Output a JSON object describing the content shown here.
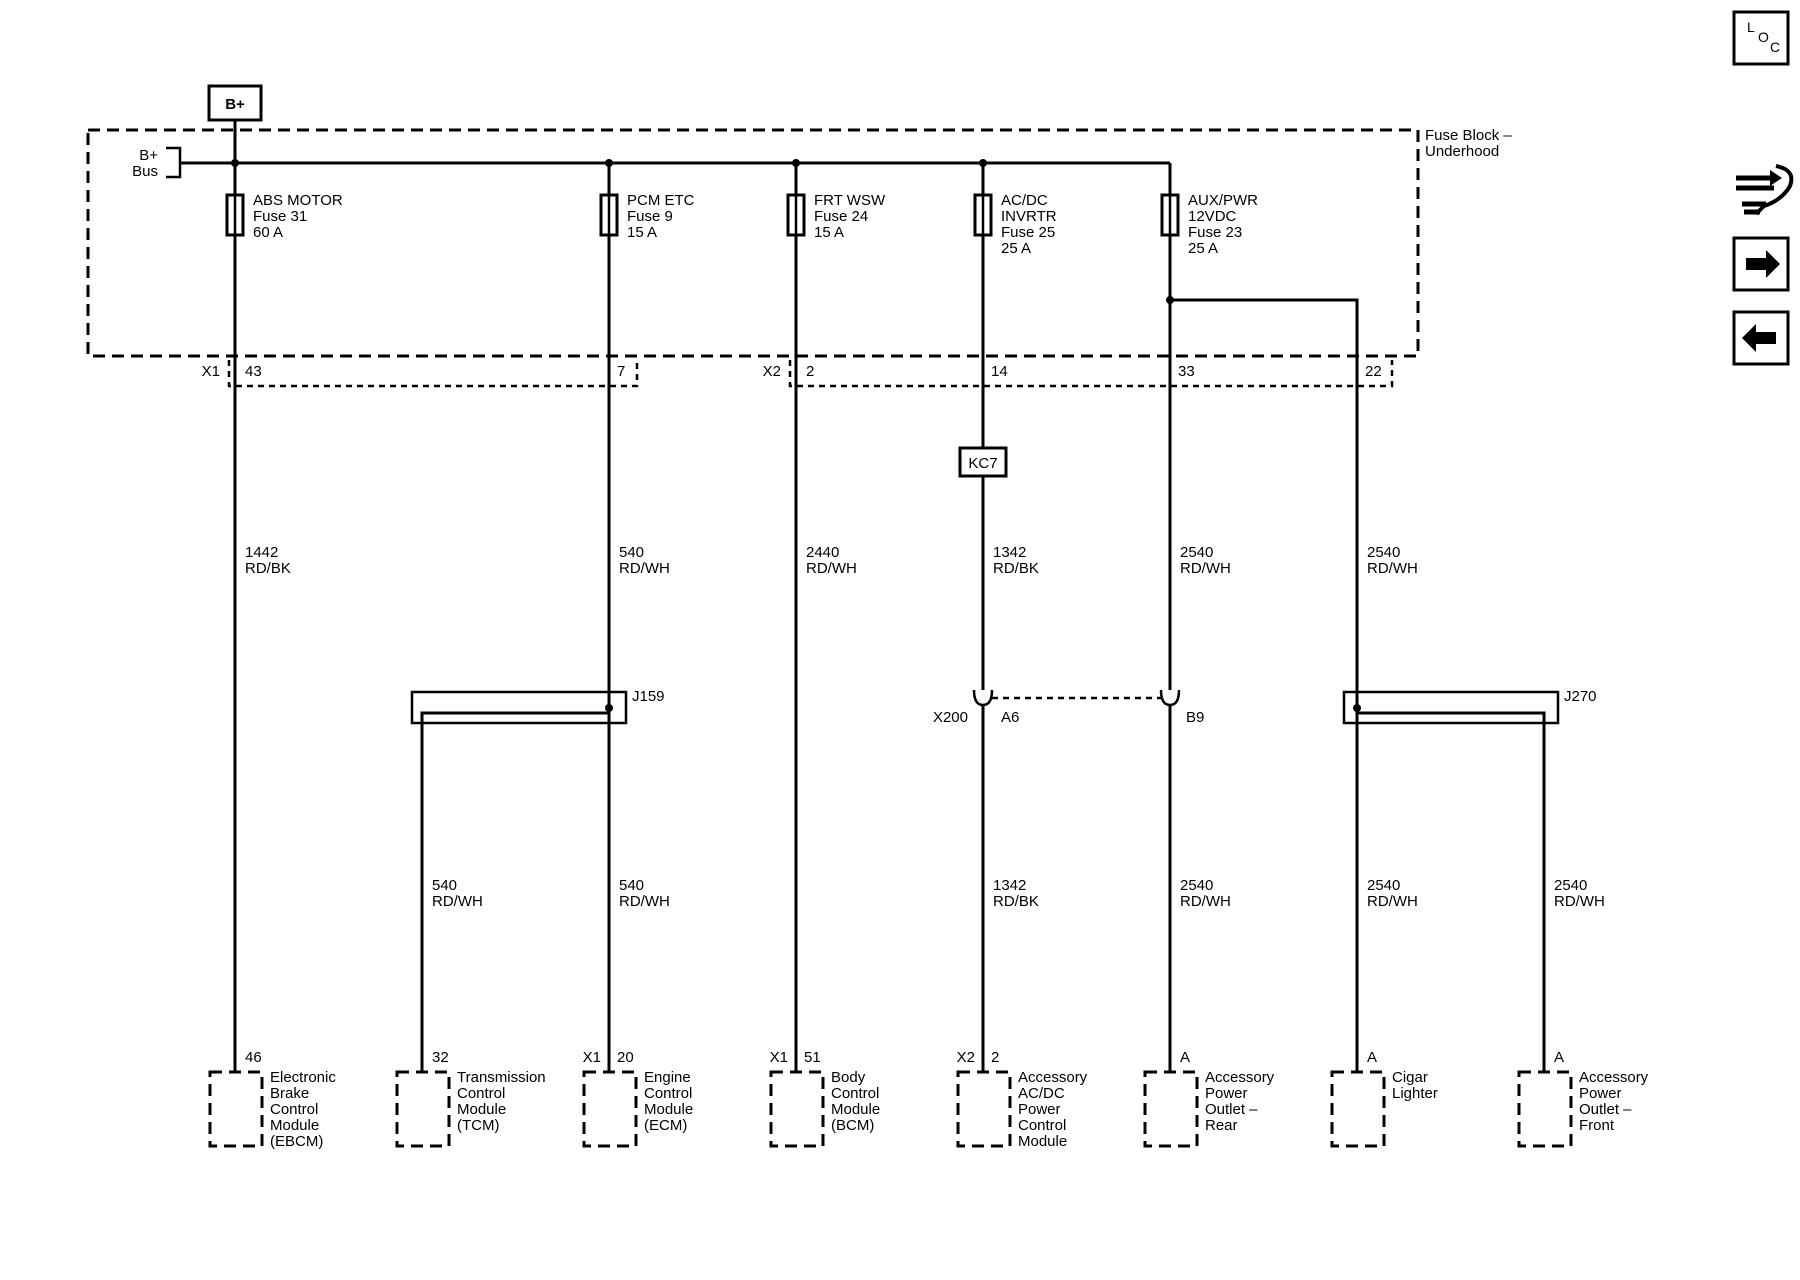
{
  "battery_label": "B+",
  "fuse_block": {
    "name_line1": "Fuse Block –",
    "name_line2": "Underhood",
    "bus_line1": "B+",
    "bus_line2": "Bus"
  },
  "fuses": [
    {
      "l1": "ABS MOTOR",
      "l2": "Fuse 31",
      "l3": "60 A",
      "l4": ""
    },
    {
      "l1": "PCM ETC",
      "l2": "Fuse 9",
      "l3": "15 A",
      "l4": ""
    },
    {
      "l1": "FRT WSW",
      "l2": "Fuse 24",
      "l3": "15 A",
      "l4": ""
    },
    {
      "l1": "AC/DC",
      "l2": "INVRTR",
      "l3": "Fuse 25",
      "l4": "25 A"
    },
    {
      "l1": "AUX/PWR",
      "l2": "12VDC",
      "l3": "Fuse 23",
      "l4": "25 A"
    }
  ],
  "connectors": {
    "x1": "X1",
    "x2": "X2",
    "pins": [
      "43",
      "7",
      "2",
      "14",
      "33",
      "22"
    ]
  },
  "kc7": "KC7",
  "splices": [
    "J159",
    "J270"
  ],
  "x200": {
    "name": "X200",
    "pin_a": "A6",
    "pin_b": "B9"
  },
  "wires": [
    {
      "c": "1442",
      "k": "RD/BK"
    },
    {
      "c": "540",
      "k": "RD/WH"
    },
    {
      "c": "2440",
      "k": "RD/WH"
    },
    {
      "c": "1342",
      "k": "RD/BK"
    },
    {
      "c": "2540",
      "k": "RD/WH"
    },
    {
      "c": "2540",
      "k": "RD/WH"
    },
    {
      "c": "540",
      "k": "RD/WH"
    },
    {
      "c": "540",
      "k": "RD/WH"
    },
    {
      "c": "1342",
      "k": "RD/BK"
    },
    {
      "c": "2540",
      "k": "RD/WH"
    },
    {
      "c": "2540",
      "k": "RD/WH"
    },
    {
      "c": "2540",
      "k": "RD/WH"
    }
  ],
  "components": [
    {
      "conn": "",
      "pin": "46",
      "lines": [
        "Electronic",
        "Brake",
        "Control",
        "Module",
        "(EBCM)"
      ]
    },
    {
      "conn": "",
      "pin": "32",
      "lines": [
        "Transmission",
        "Control",
        "Module",
        "(TCM)"
      ]
    },
    {
      "conn": "X1",
      "pin": "20",
      "lines": [
        "Engine",
        "Control",
        "Module",
        "(ECM)"
      ]
    },
    {
      "conn": "X1",
      "pin": "51",
      "lines": [
        "Body",
        "Control",
        "Module",
        "(BCM)"
      ]
    },
    {
      "conn": "X2",
      "pin": "2",
      "lines": [
        "Accessory",
        "AC/DC",
        "Power",
        "Control",
        "Module"
      ]
    },
    {
      "conn": "",
      "pin": "A",
      "lines": [
        "Accessory",
        "Power",
        "Outlet –",
        "Rear"
      ]
    },
    {
      "conn": "",
      "pin": "A",
      "lines": [
        "Cigar",
        "Lighter"
      ]
    },
    {
      "conn": "",
      "pin": "A",
      "lines": [
        "Accessory",
        "Power",
        "Outlet –",
        "Front"
      ]
    }
  ],
  "nav": {
    "loc_l": "L",
    "loc_o": "O",
    "loc_c": "C",
    "icons": [
      "loc-icon",
      "connector-icon",
      "arrow-right-icon",
      "arrow-left-icon"
    ]
  }
}
